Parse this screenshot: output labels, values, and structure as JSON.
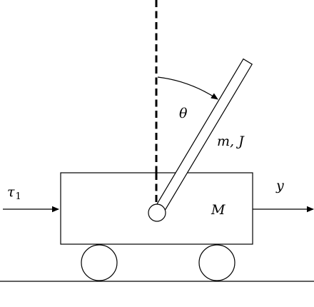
{
  "labels": {
    "theta": "θ",
    "pendulum_params": "m, J",
    "cart_mass": "M",
    "position": "y",
    "force_symbol": "τ",
    "force_subscript": "1"
  },
  "colors": {
    "stroke": "#000000",
    "fill": "#ffffff"
  }
}
